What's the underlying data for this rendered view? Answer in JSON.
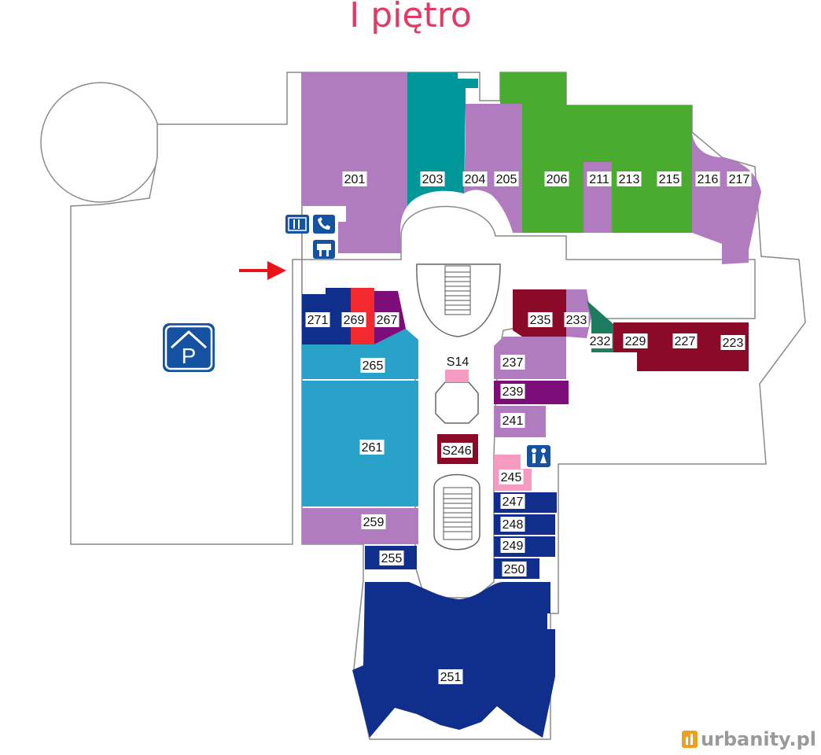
{
  "title": "I piętro",
  "watermark": "urbanity.pl",
  "colors": {
    "purple_light": "#b07cbf",
    "teal": "#00979a",
    "green": "#4aac2f",
    "dark_red": "#8a0a27",
    "dark_green": "#1d7b5e",
    "navy": "#102f8d",
    "cyan": "#28a2c9",
    "purple_dark": "#7d0d79",
    "red": "#f22a2d",
    "pink": "#f59ac0",
    "arrow": "#e8131b",
    "parking": "#1553a2"
  },
  "units": [
    {
      "id": "201",
      "label": "201"
    },
    {
      "id": "203",
      "label": "203"
    },
    {
      "id": "204",
      "label": "204"
    },
    {
      "id": "205",
      "label": "205"
    },
    {
      "id": "206",
      "label": "206"
    },
    {
      "id": "211",
      "label": "211"
    },
    {
      "id": "213",
      "label": "213"
    },
    {
      "id": "215",
      "label": "215"
    },
    {
      "id": "216",
      "label": "216"
    },
    {
      "id": "217",
      "label": "217"
    },
    {
      "id": "235",
      "label": "235"
    },
    {
      "id": "233",
      "label": "233"
    },
    {
      "id": "232",
      "label": "232"
    },
    {
      "id": "229",
      "label": "229"
    },
    {
      "id": "227",
      "label": "227"
    },
    {
      "id": "223",
      "label": "223"
    },
    {
      "id": "271",
      "label": "271"
    },
    {
      "id": "269",
      "label": "269"
    },
    {
      "id": "267",
      "label": "267"
    },
    {
      "id": "265",
      "label": "265"
    },
    {
      "id": "261",
      "label": "261"
    },
    {
      "id": "259",
      "label": "259"
    },
    {
      "id": "255",
      "label": "255"
    },
    {
      "id": "251",
      "label": "251"
    },
    {
      "id": "237",
      "label": "237"
    },
    {
      "id": "239",
      "label": "239"
    },
    {
      "id": "241",
      "label": "241"
    },
    {
      "id": "245",
      "label": "245"
    },
    {
      "id": "247",
      "label": "247"
    },
    {
      "id": "248",
      "label": "248"
    },
    {
      "id": "249",
      "label": "249"
    },
    {
      "id": "250",
      "label": "250"
    },
    {
      "id": "S14",
      "label": "S14"
    },
    {
      "id": "S246",
      "label": "S246"
    }
  ],
  "icons": [
    "atm-icon",
    "phone-icon",
    "ticket-machine-icon",
    "restroom-icon",
    "parking-icon",
    "entrance-arrow-icon"
  ]
}
